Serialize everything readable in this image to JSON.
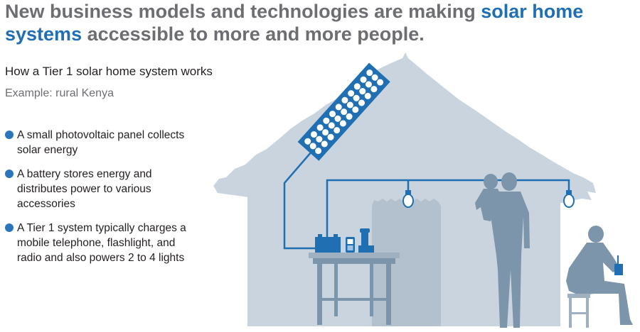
{
  "headline": {
    "text_before": "New business models and technologies are making ",
    "highlight": "solar home systems",
    "text_after": " accessible to more and more people."
  },
  "subtitle": "How a Tier 1 solar home system works",
  "example": "Example: rural Kenya",
  "points": [
    "A small photovoltaic panel collects solar energy",
    "A battery stores energy and distributes power to various accessories",
    "A Tier 1 system typically charges a mobile telephone, flashlight, and radio and also powers 2 to 4 lights"
  ],
  "colors": {
    "hut": "#c9d4de",
    "hut_dark": "#b3c1ce",
    "figures": "#7c95ab",
    "accent_blue": "#2a76bd",
    "wire": "#1f6fb2",
    "text": "#231f20",
    "muted_text": "#6d6e71"
  },
  "icons": [
    "solar-panel-icon",
    "battery-icon",
    "mobile-phone-icon",
    "flashlight-icon",
    "light-bulb-icon",
    "bullet-dot-icon"
  ]
}
